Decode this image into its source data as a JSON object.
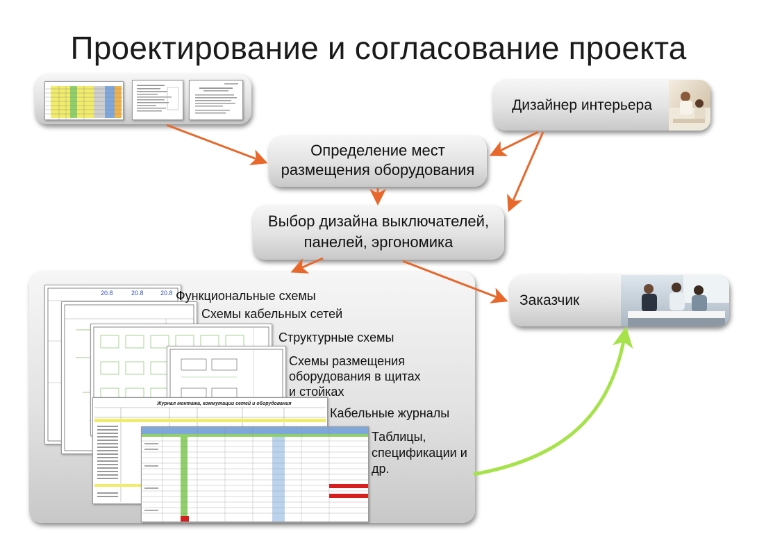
{
  "title": "Проектирование и согласование проекта",
  "nodes": {
    "designer": "Дизайнер интерьера",
    "placement": [
      "Определение мест",
      "размещения оборудования"
    ],
    "design_choice": [
      "Выбор дизайна выключателей,",
      "панелей, эргономика"
    ],
    "customer": "Заказчик"
  },
  "doc_labels": {
    "functional": "Функциональные схемы",
    "cable_networks": "Схемы кабельных сетей",
    "structural": "Структурные схемы",
    "placement": [
      "Схемы размещения",
      "оборудования в щитах",
      "и стойках"
    ],
    "cable_journals": "Кабельные журналы",
    "tables": [
      "Таблицы,",
      "спецификации и",
      "др."
    ]
  },
  "thumb_text": {
    "journal_title": "Журнал монтажа, коммутации сетей и оборудования",
    "sheet_numbers": [
      "20.8",
      "20.8",
      "20.8"
    ]
  },
  "colors": {
    "arrow_orange": "#e8672a",
    "arrow_green": "#a6e34a",
    "sheet_yellow": "#f1ec6a",
    "sheet_green": "#8fd06a",
    "row_red": "#d62020"
  },
  "icons": {
    "designer_photo": "designer-photo-icon",
    "customer_photo": "customer-meeting-photo-icon"
  }
}
